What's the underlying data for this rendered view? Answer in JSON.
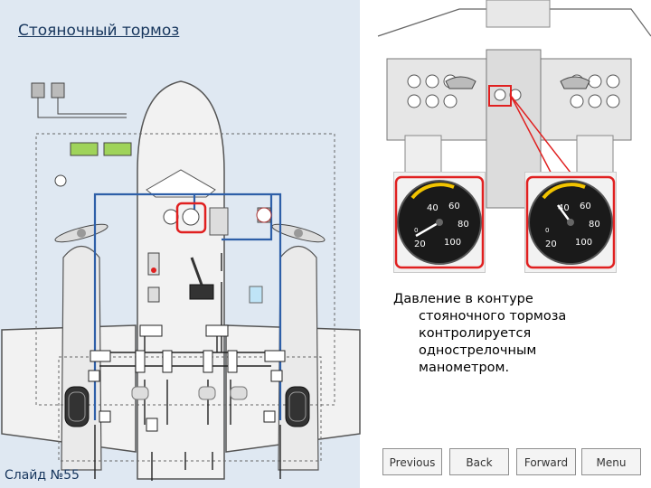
{
  "slide": {
    "title": "Стояночный тормоз",
    "number_label": "Слайд №55"
  },
  "description": {
    "lines": [
      "Давление в контуре",
      "стояночного тормоза",
      "контролируется",
      "однострелочным",
      "манометром."
    ]
  },
  "gauge": {
    "dial_labels": [
      "20",
      "40",
      "60",
      "80",
      "100"
    ],
    "small_labels": [
      "0"
    ],
    "highlight_color": "#e02020"
  },
  "navigation": {
    "previous": "Previous",
    "back": "Back",
    "forward": "Forward",
    "menu": "Menu"
  },
  "colors": {
    "title": "#17365d",
    "hydraulic_line": "#2e5fa8",
    "highlight": "#e02020",
    "indicator_green": "#9fd35a",
    "panel_background": "#dfe8f2"
  }
}
